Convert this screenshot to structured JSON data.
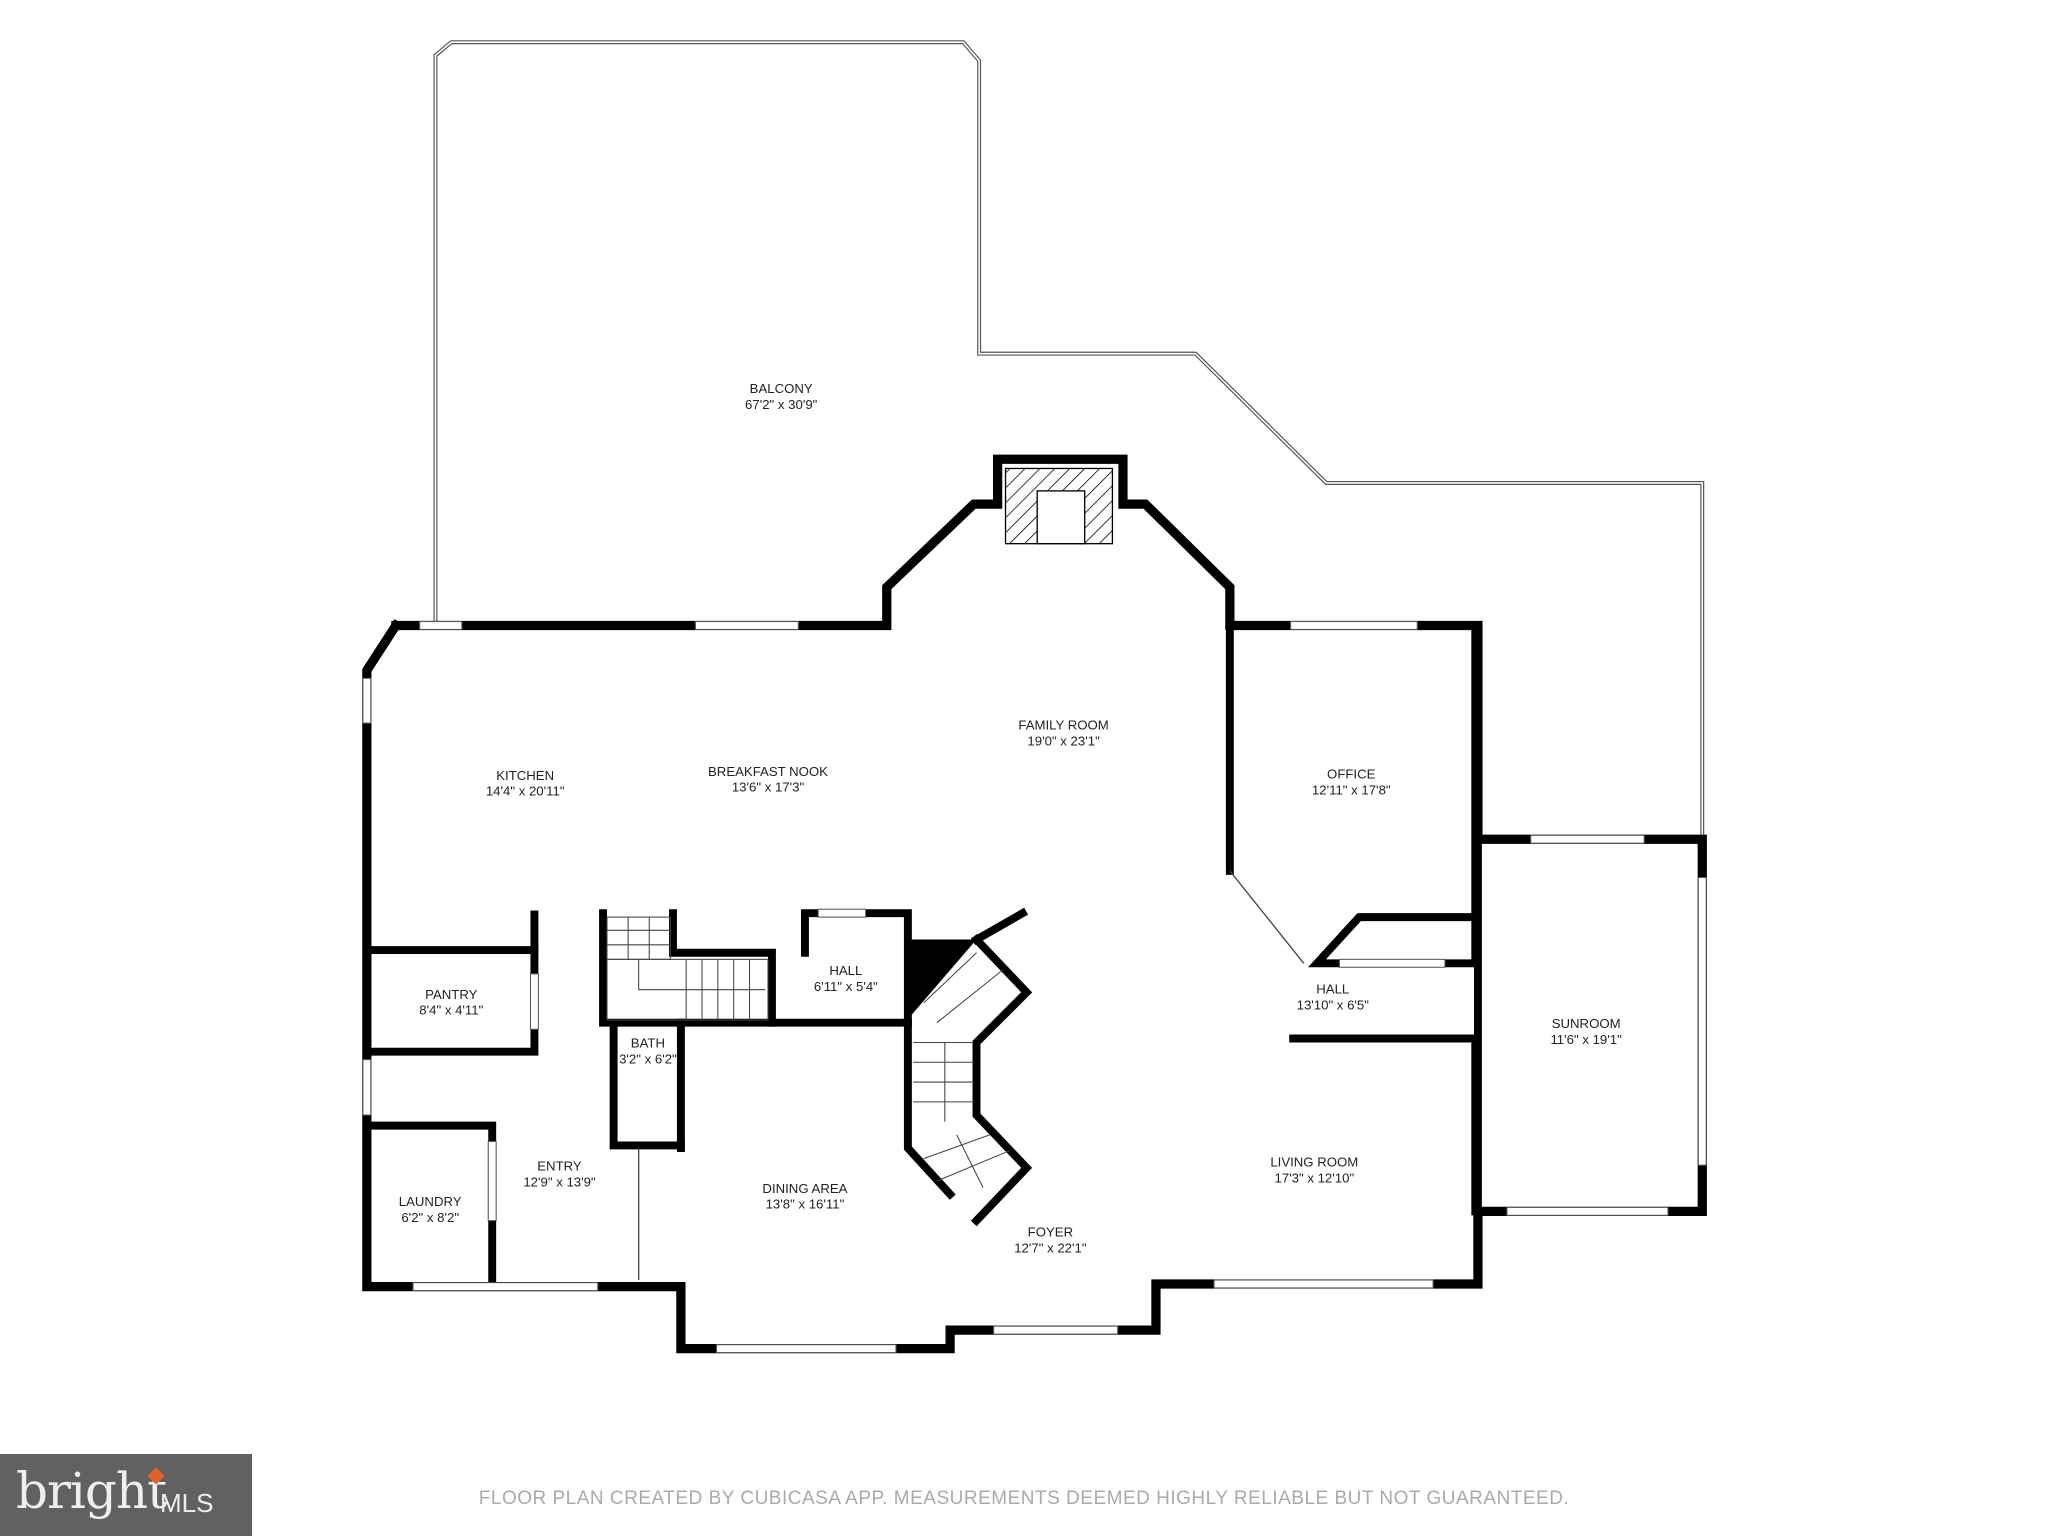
{
  "rooms": [
    {
      "name": "BALCONY",
      "dims": "67'2\" x 30'9\""
    },
    {
      "name": "FAMILY ROOM",
      "dims": "19'0\" x 23'1\""
    },
    {
      "name": "KITCHEN",
      "dims": "14'4\" x 20'11\""
    },
    {
      "name": "BREAKFAST NOOK",
      "dims": "13'6\" x 17'3\""
    },
    {
      "name": "OFFICE",
      "dims": "12'11\" x 17'8\""
    },
    {
      "name": "PANTRY",
      "dims": "8'4\" x 4'11\""
    },
    {
      "name": "HALL",
      "dims": "6'11\" x 5'4\""
    },
    {
      "name": "HALL",
      "dims": "13'10\" x 6'5\""
    },
    {
      "name": "SUNROOM",
      "dims": "11'6\" x 19'1\""
    },
    {
      "name": "BATH",
      "dims": "3'2\" x 6'2\""
    },
    {
      "name": "ENTRY",
      "dims": "12'9\" x 13'9\""
    },
    {
      "name": "LIVING ROOM",
      "dims": "17'3\" x 12'10\""
    },
    {
      "name": "LAUNDRY",
      "dims": "6'2\" x 8'2\""
    },
    {
      "name": "DINING AREA",
      "dims": "13'8\" x 16'11\""
    },
    {
      "name": "FOYER",
      "dims": "12'7\" x 22'1\""
    }
  ],
  "footer": {
    "disclaimer": "FLOOR PLAN CREATED BY CUBICASA APP. MEASUREMENTS DEEMED HIGHLY RELIABLE BUT NOT GUARANTEED.",
    "logo_text": "bright MLS",
    "logo_word": "bright",
    "logo_suffix": "MLS",
    "logo_color": "#616161",
    "logo_accent": "#e0622a"
  }
}
